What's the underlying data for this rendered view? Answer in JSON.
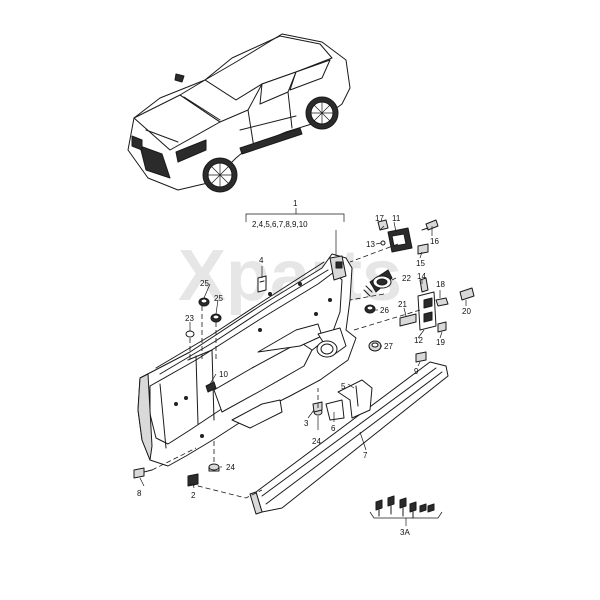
{
  "watermark": "Xparts",
  "callouts": {
    "c1": "1",
    "c1_sub": "2,4,5,6,7,8,9,10",
    "c2": "2",
    "c3": "3",
    "c3A": "3A",
    "c4": "4",
    "c5": "5",
    "c6": "6",
    "c7": "7",
    "c8": "8",
    "c9": "9",
    "c10": "10",
    "c11": "11",
    "c12": "12",
    "c13": "13",
    "c14": "14",
    "c15": "15",
    "c16": "16",
    "c17": "17",
    "c18": "18",
    "c19": "19",
    "c20": "20",
    "c21": "21",
    "c22": "22",
    "c23": "23",
    "c24a": "24",
    "c24b": "24",
    "c25a": "25",
    "c25b": "25",
    "c26": "26",
    "c27": "27"
  }
}
